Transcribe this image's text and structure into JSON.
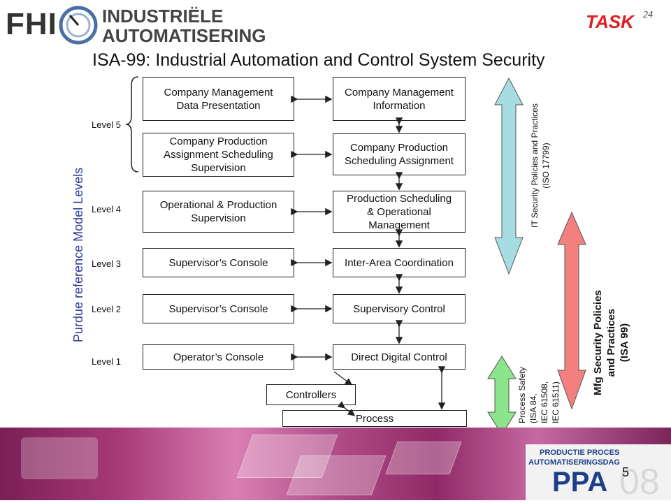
{
  "header": {
    "logo_left_text": "FHI",
    "logo_left_sub": [
      "INDUSTRIËLE",
      "AUTOMATISERING"
    ],
    "logo_right_text": "TASK",
    "logo_right_sup": "24"
  },
  "title": "ISA-99: Industrial Automation and Control System Security",
  "side_label": "Purdue reference Model Levels",
  "levels": [
    "Level 5",
    "Level 4",
    "Level 3",
    "Level 2",
    "Level 1"
  ],
  "left_boxes": [
    "Company Management\nData Presentation",
    "Company Production\nAssignment Scheduling\nSupervision",
    "Operational & Production\nSupervision",
    "Supervisor’s Console",
    "Supervisor’s Console",
    "Operator’s Console"
  ],
  "right_boxes": [
    "Company Management\nInformation",
    "Company Production\nScheduling Assignment",
    "Production Scheduling\n& Operational\nManagement",
    "Inter-Area Coordination",
    "Supervisory Control",
    "Direct Digital Control"
  ],
  "bottom_boxes": {
    "controllers": "Controllers",
    "process": "Process"
  },
  "policies": {
    "it": [
      "IT Security Policies and Practices",
      "(ISO 17799)"
    ],
    "process_safety": [
      "Process Safety",
      "(ISA 84,",
      "IEC 61508,",
      "IEC 61511)"
    ],
    "mfg": [
      "Mfg Security Policies",
      "and Practices",
      "(ISA 99)"
    ]
  },
  "colors": {
    "it_arrow": "#a6dde3",
    "safety_arrow": "#8ce48c",
    "mfg_arrow": "#f47f7f",
    "side_label": "#2a3a9a"
  },
  "footer": {
    "banner_lines": [
      "PRODUCTIE PROCES",
      "AUTOMATISERINGSDAG"
    ],
    "ppa": "PPA",
    "year": "08",
    "page_number": "5"
  }
}
